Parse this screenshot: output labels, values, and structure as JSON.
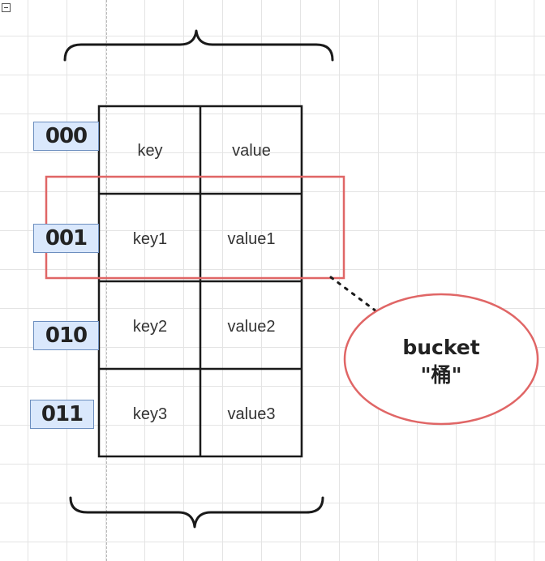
{
  "diagram": {
    "addresses": [
      "000",
      "001",
      "010",
      "011"
    ],
    "rows": [
      {
        "key": "key",
        "value": "value"
      },
      {
        "key": "key1",
        "value": "value1"
      },
      {
        "key": "key2",
        "value": "value2"
      },
      {
        "key": "key3",
        "value": "value3"
      }
    ],
    "bucket": {
      "line1": "bucket",
      "line2": "\"桶\""
    },
    "colors": {
      "highlight": "#e06666",
      "label_fill": "#dae8fc",
      "label_border": "#6c8ebf",
      "grid": "#1a1a1a"
    }
  }
}
